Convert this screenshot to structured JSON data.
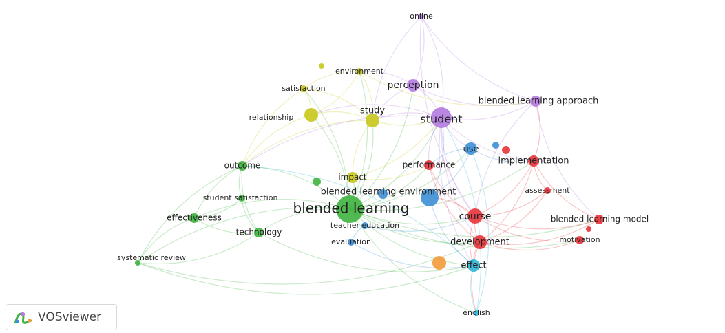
{
  "app": {
    "brand": "VOSviewer"
  },
  "colors": {
    "red": "#e8333a",
    "green": "#3fb23f",
    "blue": "#3d8fd6",
    "yellow": "#c8c81c",
    "purple": "#b27be0",
    "orange": "#f39a3a",
    "cyan": "#2fb8d8"
  },
  "nodes": [
    {
      "label": "online",
      "cluster": "purple"
    },
    {
      "label": "environment",
      "cluster": "yellow"
    },
    {
      "label": "perception",
      "cluster": "purple"
    },
    {
      "label": "satisfaction",
      "cluster": "yellow"
    },
    {
      "label": "blended learning approach",
      "cluster": "purple"
    },
    {
      "label": "study",
      "cluster": "yellow"
    },
    {
      "label": "relationship",
      "cluster": "yellow"
    },
    {
      "label": "student",
      "cluster": "purple"
    },
    {
      "label": "use",
      "cluster": "blue"
    },
    {
      "label": "implementation",
      "cluster": "red"
    },
    {
      "label": "outcome",
      "cluster": "green"
    },
    {
      "label": "performance",
      "cluster": "red"
    },
    {
      "label": "impact",
      "cluster": "yellow"
    },
    {
      "label": "assessment",
      "cluster": "red"
    },
    {
      "label": "blended learning environment",
      "cluster": "blue"
    },
    {
      "label": "student satisfaction",
      "cluster": "green"
    },
    {
      "label": "blended learning",
      "cluster": "green"
    },
    {
      "label": "effectiveness",
      "cluster": "green"
    },
    {
      "label": "course",
      "cluster": "red"
    },
    {
      "label": "blended learning model",
      "cluster": "red"
    },
    {
      "label": "teacher education",
      "cluster": "blue"
    },
    {
      "label": "technology",
      "cluster": "green"
    },
    {
      "label": "evaluation",
      "cluster": "blue"
    },
    {
      "label": "development",
      "cluster": "red"
    },
    {
      "label": "motivation",
      "cluster": "red"
    },
    {
      "label": "systematic review",
      "cluster": "green"
    },
    {
      "label": "effect",
      "cluster": "cyan"
    },
    {
      "label": "english",
      "cluster": "cyan"
    }
  ]
}
